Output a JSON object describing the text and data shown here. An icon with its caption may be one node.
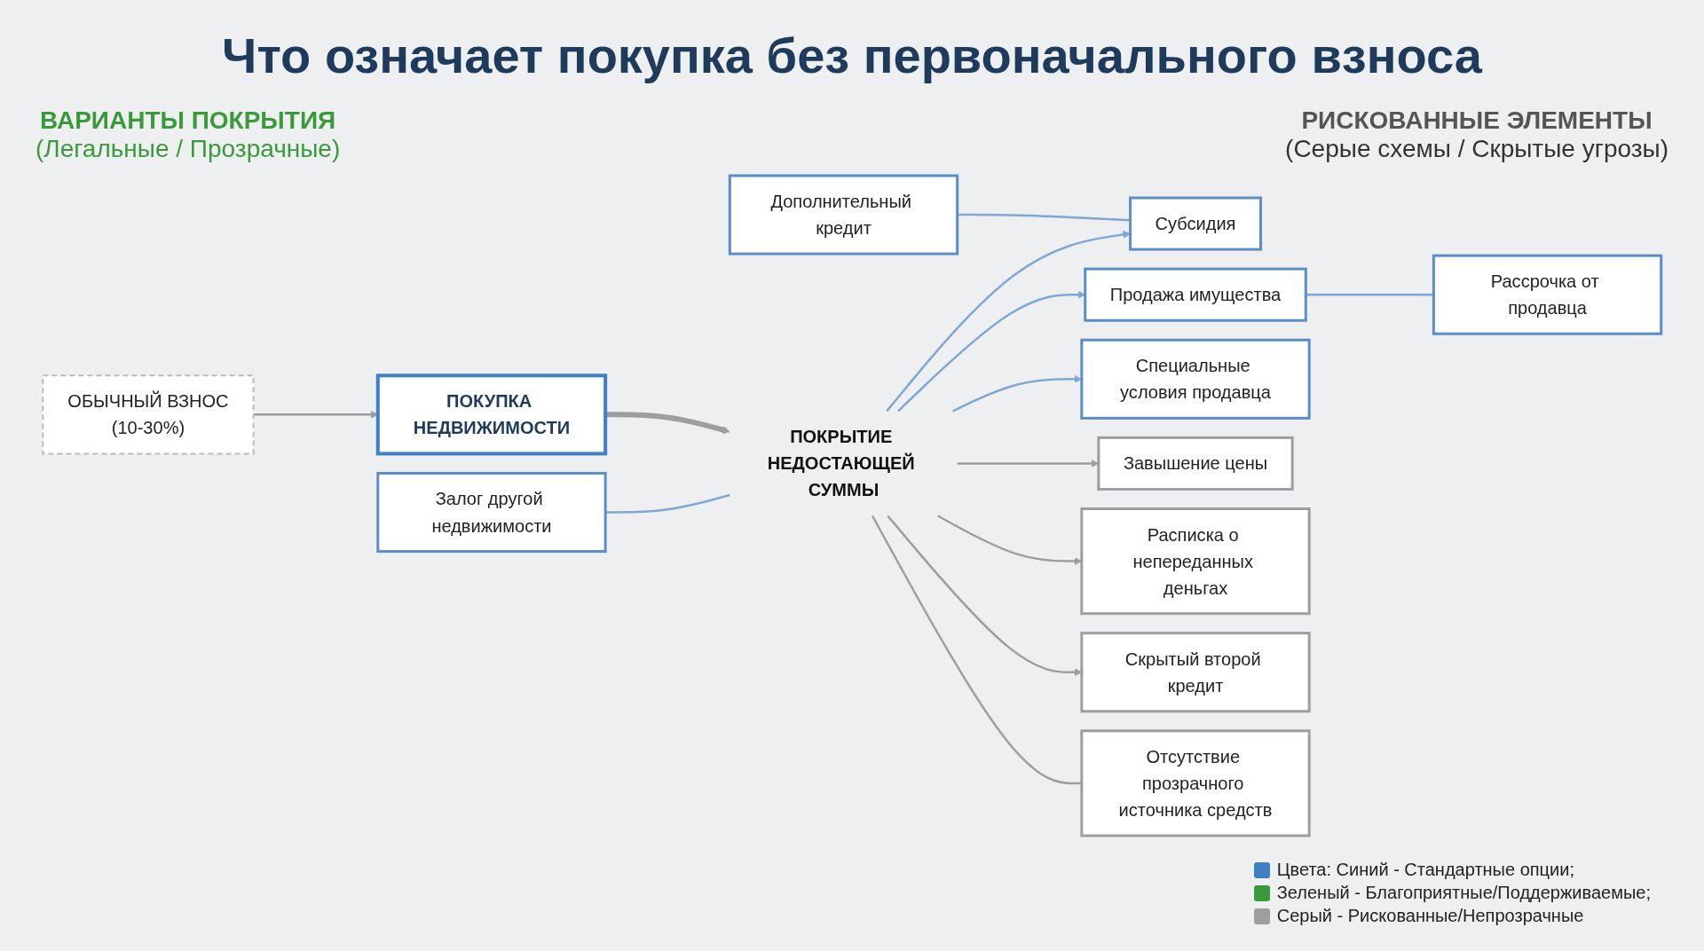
{
  "diagram": {
    "title": "Что означает покупка без первоначального взноса",
    "nodes": [
      {
        "text": [
          "ОБЫЧНЫЙ ВЗНОС",
          "(10-30%)"
        ]
      },
      {
        "text": [
          "ПОКУПКА НЕДВИЖИМОСТИ"
        ]
      },
      {
        "text": [
          "Дополнительный кредит"
        ]
      },
      {
        "text": [
          "Субсидия"
        ]
      },
      {
        "text": [
          "Залог другой недвижимости"
        ]
      },
      {
        "text": [
          "Продажа имущества"
        ]
      },
      {
        "text": [
          "Рассрочка от продавца"
        ]
      },
      {
        "text": [
          "Специальные условия продавца"
        ]
      },
      {
        "text": [
          "ПОКРЫТИЕ НЕДОСТАЮЩЕЙ СУММЫ"
        ]
      },
      {
        "text": [
          "Завышение цены"
        ]
      },
      {
        "text": [
          "Расписка о непереданных деньгах"
        ]
      },
      {
        "text": [
          "Скрытый второй кредит"
        ]
      },
      {
        "text": [
          "Отсутствие прозрачного источника средств"
        ]
      }
    ],
    "edges": [
      {
        "from": 0,
        "to": 1,
        "arrow": "to",
        "color": "#9e9e9e"
      },
      {
        "from": 1,
        "to": 8,
        "arrow": "to",
        "style": "thick",
        "color": "#9e9e9e"
      },
      {
        "from": 2,
        "to": 3,
        "arrow": "none"
      },
      {
        "from": 8,
        "to": 3,
        "arrow": "to"
      },
      {
        "from": 8,
        "to": 4,
        "arrow": "none"
      },
      {
        "from": 8,
        "to": 5,
        "arrow": "to"
      },
      {
        "from": 6,
        "to": 5,
        "arrow": "none"
      },
      {
        "from": 8,
        "to": 7,
        "arrow": "to"
      },
      {
        "from": 8,
        "to": 9,
        "arrow": "to",
        "color": "#9e9e9e"
      },
      {
        "from": 8,
        "to": 10,
        "arrow": "to",
        "color": "#9e9e9e"
      },
      {
        "from": 8,
        "to": 11,
        "arrow": "to",
        "color": "#9e9e9e"
      },
      {
        "from": 8,
        "to": 12,
        "arrow": "none",
        "color": "#9e9e9e"
      }
    ],
    "labels": [
      "ВАРИАНТЫ ПОКРЫТИЯ",
      "(Легальные / Прозрачные)",
      "РИСКОВАННЫЕ ЭЛЕМЕНТЫ",
      "(Серые схемы / Скрытые угрозы)"
    ],
    "legend": [
      {
        "text": "Цвета: Синий - Стандартные опции;",
        "color": "#3f7fc4"
      },
      {
        "text": "Зеленый - Благоприятные/Поддерживаемые;",
        "color": "#3a9a3a"
      },
      {
        "text": "Серый - Рискованные/Непрозрачные",
        "color": "#9e9e9e"
      }
    ]
  }
}
